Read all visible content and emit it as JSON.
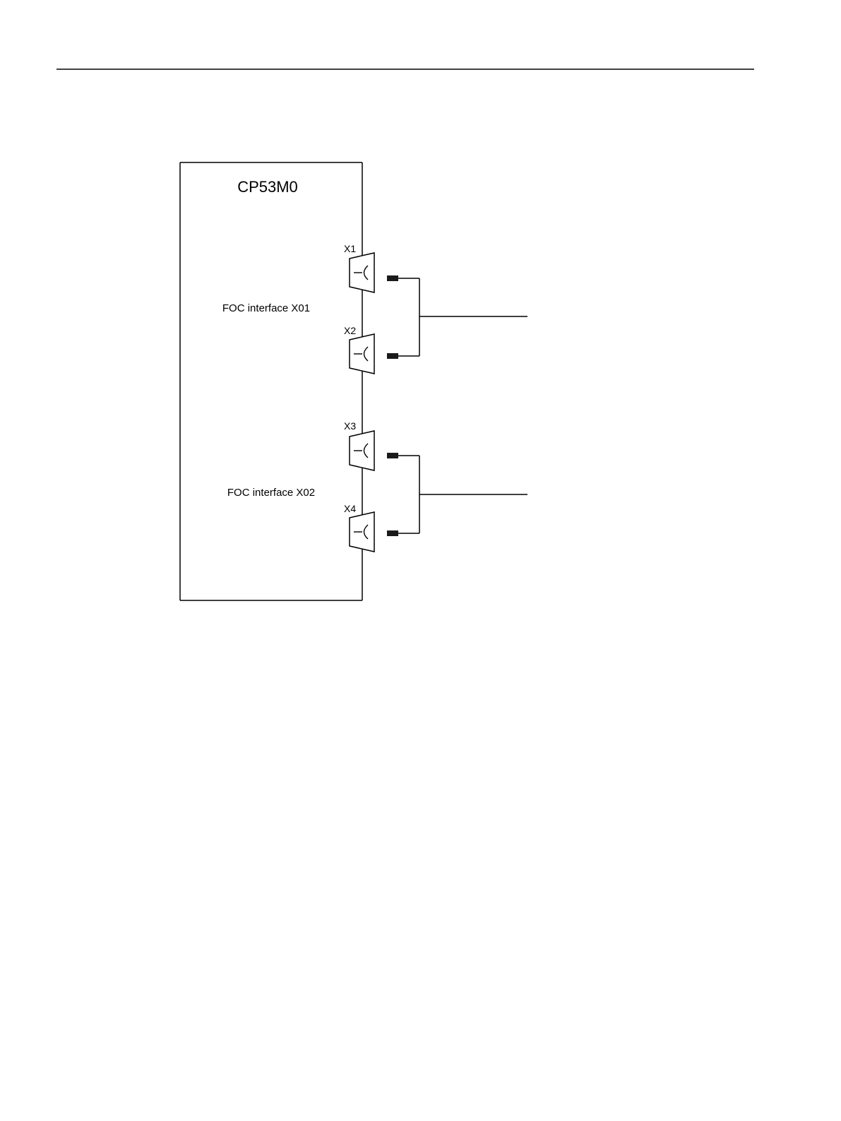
{
  "module": {
    "title": "CP53M0"
  },
  "interfaces": [
    {
      "label": "FOC interface X01",
      "ports": [
        "X1",
        "X2"
      ]
    },
    {
      "label": "FOC interface X02",
      "ports": [
        "X3",
        "X4"
      ]
    }
  ],
  "colors": {
    "line": "#000000",
    "background": "#ffffff"
  }
}
